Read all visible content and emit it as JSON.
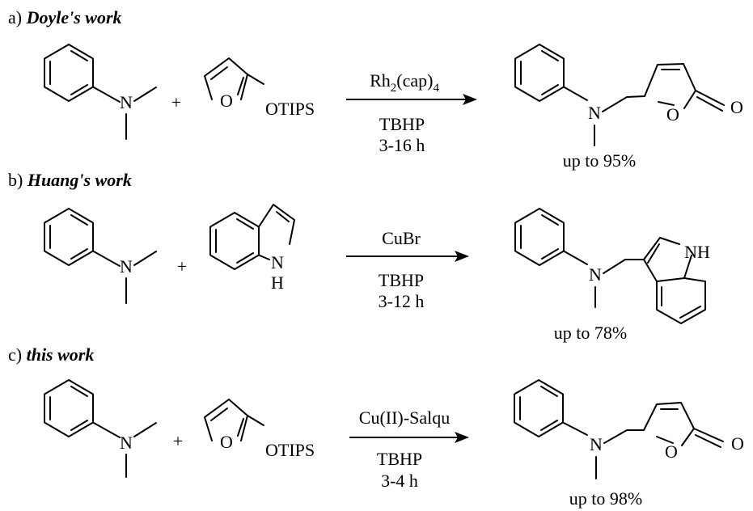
{
  "sections": [
    {
      "label_prefix": "a) ",
      "label_title": "Doyle's work",
      "amine_n": "N",
      "plus": "+",
      "reagent_o": "O",
      "reagent_otips": "OTIPS",
      "catalyst_main": "Rh",
      "catalyst_sub": "2",
      "catalyst_rest": "(cap)",
      "catalyst_sub2": "4",
      "oxidant": "TBHP",
      "time": "3-16 h",
      "product_n": "N",
      "product_ring_o": "O",
      "product_carbonyl_o": "O",
      "yield": "up to 95%"
    },
    {
      "label_prefix": "b) ",
      "label_title": "Huang's work",
      "amine_n": "N",
      "plus": "+",
      "indole_n": "N",
      "indole_h": "H",
      "catalyst": "CuBr",
      "oxidant": "TBHP",
      "time": "3-12 h",
      "product_n": "N",
      "product_nh": "NH",
      "yield": "up to 78%"
    },
    {
      "label_prefix": "c) ",
      "label_title": "this work",
      "amine_n": "N",
      "plus": "+",
      "reagent_o": "O",
      "reagent_otips": "OTIPS",
      "catalyst": "Cu(II)-Salqu",
      "oxidant": "TBHP",
      "time": "3-4 h",
      "product_n": "N",
      "product_ring_o": "O",
      "product_carbonyl_o": "O",
      "yield": "up to 98%"
    }
  ]
}
